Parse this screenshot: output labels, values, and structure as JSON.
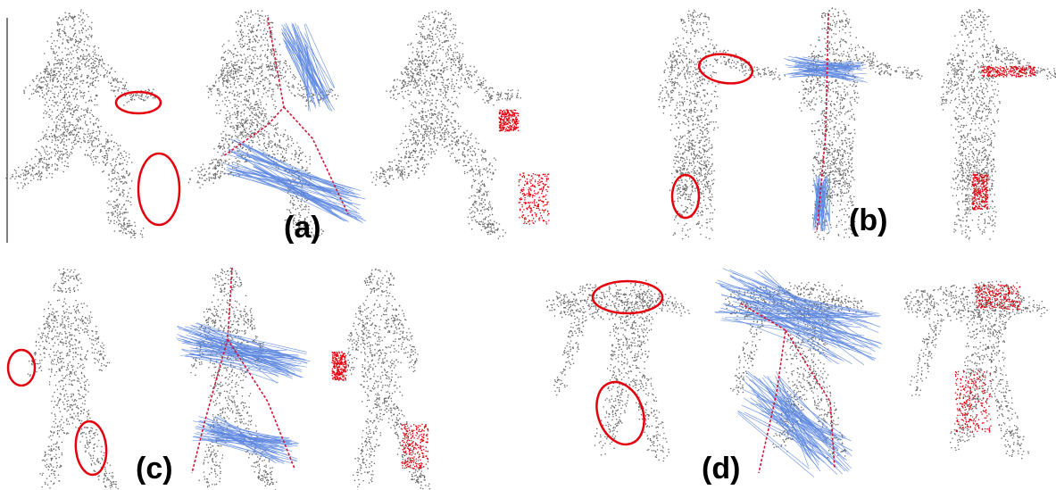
{
  "panels": [
    {
      "label": "(a)"
    },
    {
      "label": "(b)"
    },
    {
      "label": "(c)"
    },
    {
      "label": "(d)"
    }
  ],
  "colors": {
    "points": "#6a6a6a",
    "highlight": "#e5000e",
    "correspondence": "#5b86e0",
    "skeleton": "#d0183a",
    "background": "#ffffff"
  }
}
